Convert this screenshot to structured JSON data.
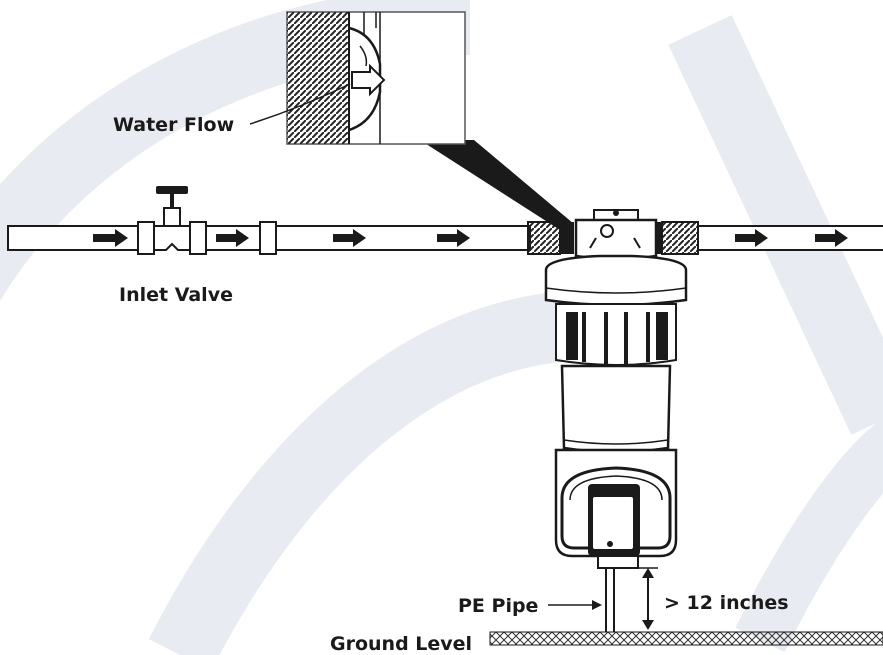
{
  "labels": {
    "water_flow": "Water Flow",
    "inlet_valve": "Inlet Valve",
    "pe_pipe": "PE Pipe",
    "distance": "> 12 inches",
    "ground_level": "Ground Level"
  },
  "colors": {
    "line": "#1a1a1a",
    "watermark": "#e9ebf2",
    "background": "#ffffff"
  },
  "icons": [
    "flow-arrow-icon",
    "valve-handle-icon",
    "dimension-arrow-icon"
  ]
}
